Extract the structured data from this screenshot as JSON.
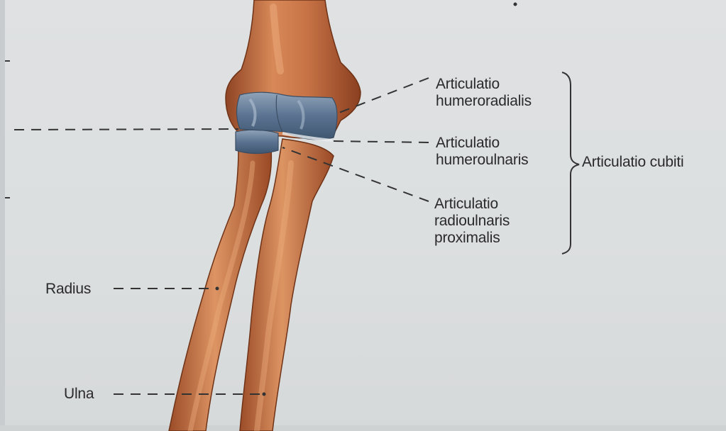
{
  "labels": {
    "humeroradialis": [
      "Articulatio",
      "humeroradialis"
    ],
    "humeroulnaris": [
      "Articulatio",
      "humeroulnaris"
    ],
    "radioulnaris": [
      "Articulatio",
      "radioulnaris",
      "proximalis"
    ],
    "cubiti": "Articulatio cubiti",
    "radius": "Radius",
    "ulna": "Ulna"
  },
  "colors": {
    "background": "#dcdfe0",
    "bone": "#b8643a",
    "bone_highlight": "#e39a6b",
    "cartilage": "#5f7690",
    "text": "#2a2a2c"
  }
}
